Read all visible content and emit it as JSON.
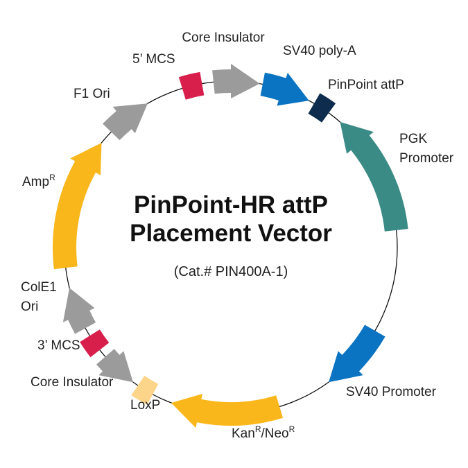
{
  "vector": {
    "title_line1": "PinPoint-HR attP",
    "title_line2": "Placement Vector",
    "catalog": "(Cat.# PIN400A-1)"
  },
  "features": [
    {
      "id": "mcs5",
      "color": "#D81F4B"
    },
    {
      "id": "core_ins_top",
      "color": "#9B9B9B"
    },
    {
      "id": "sv40_polya",
      "color": "#0A73C2"
    },
    {
      "id": "pinpoint_attp",
      "color": "#0E2D4E"
    },
    {
      "id": "pgk_promoter",
      "color": "#3A8A86"
    },
    {
      "id": "sv40_promoter",
      "color": "#0A73C2"
    },
    {
      "id": "kan_neo",
      "color": "#FAB71B"
    },
    {
      "id": "loxp",
      "color": "#FDD58A"
    },
    {
      "id": "core_ins_bottom",
      "color": "#9B9B9B"
    },
    {
      "id": "mcs3",
      "color": "#D81F4B"
    },
    {
      "id": "cole1_ori",
      "color": "#9B9B9B"
    },
    {
      "id": "amp",
      "color": "#FAB71B"
    },
    {
      "id": "f1_ori",
      "color": "#9B9B9B"
    }
  ],
  "labels": {
    "core_insulator_top": "Core Insulator",
    "sv40_polya": "SV40 poly-A",
    "mcs5": "5’ MCS",
    "pinpoint_attp": "PinPoint attP",
    "f1_ori": "F1 Ori",
    "pgk_line1": "PGK",
    "pgk_line2": "Promoter",
    "amp_base": "Amp",
    "amp_sup": "R",
    "cole1_line1": "ColE1",
    "cole1_line2": "Ori",
    "mcs3": "3’ MCS",
    "core_insulator_bottom": "Core Insulator",
    "sv40_promoter": "SV40 Promoter",
    "loxp": "LoxP",
    "kan_base": "Kan",
    "kan_sup": "R",
    "neo_base": "/Neo",
    "neo_sup": "R"
  },
  "colors": {
    "backbone": "#111111"
  }
}
